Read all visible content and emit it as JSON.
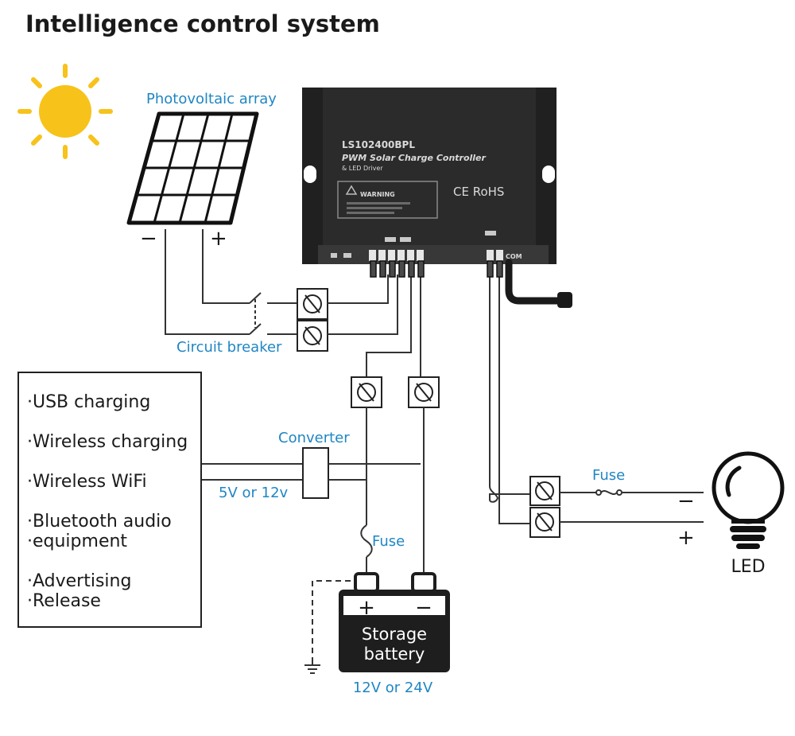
{
  "title": "Intelligence control system",
  "labels": {
    "pv_array": "Photovoltaic array",
    "pv_minus": "−",
    "pv_plus": "+",
    "circuit_breaker": "Circuit breaker",
    "converter": "Converter",
    "converter_output": "5V or 12v",
    "fuse_battery": "Fuse",
    "fuse_load": "Fuse",
    "battery_plus": "+",
    "battery_minus": "−",
    "battery_name_line1": "Storage",
    "battery_name_line2": "battery",
    "battery_voltage": "12V or 24V",
    "led_minus": "−",
    "led_plus": "+",
    "led": "LED"
  },
  "controller": {
    "model": "LS102400BPL",
    "subtitle": "PWM Solar Charge Controller",
    "subtitle2": "& LED Driver",
    "warning": "WARNING",
    "cert": "CE RoHS",
    "port_com": "COM"
  },
  "devices": [
    "·USB charging",
    "·Wireless charging",
    "·Wireless WiFi",
    "·Bluetooth audio",
    "·equipment",
    "·Advertising",
    "·Release"
  ],
  "colors": {
    "sun": "#f7c21a",
    "label_blue": "#1f86c4",
    "controller_body": "#2b2b2b",
    "battery_body": "#1e1e1e"
  }
}
